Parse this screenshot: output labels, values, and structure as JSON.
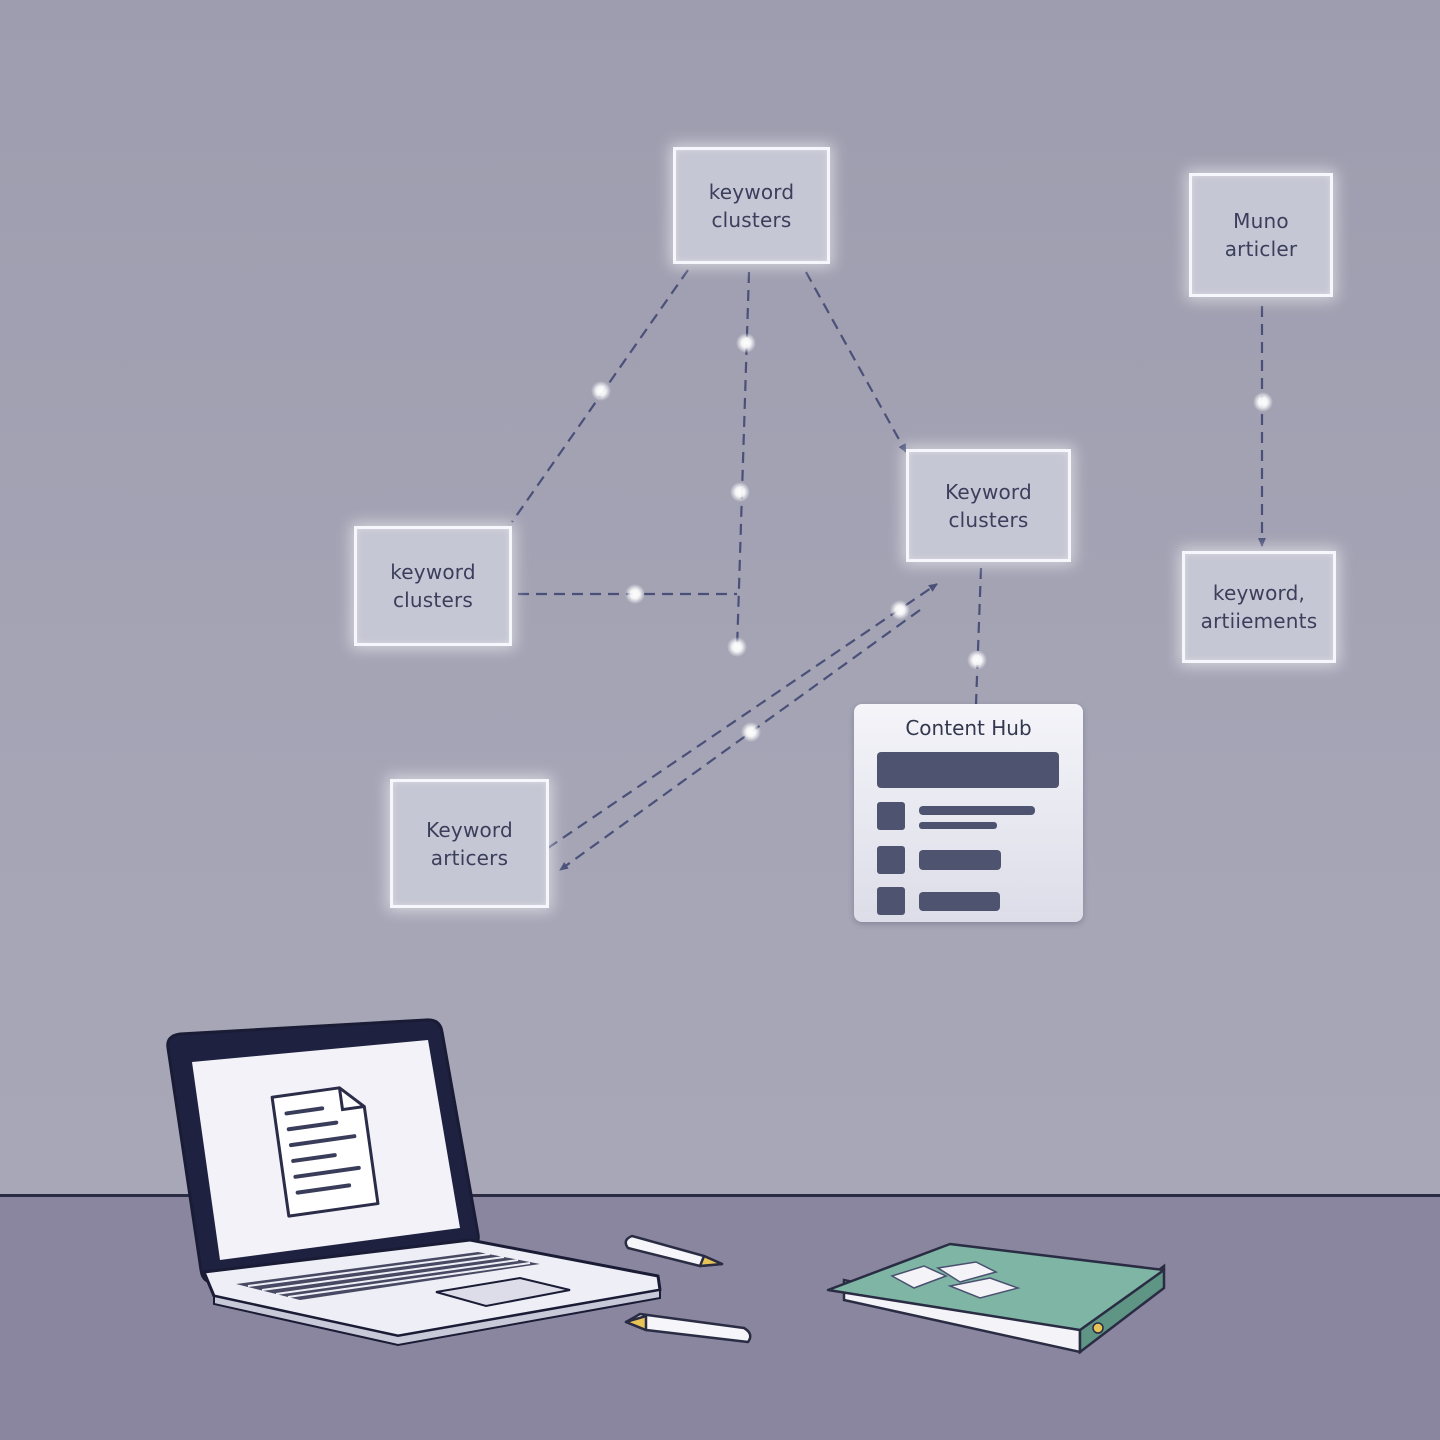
{
  "nodes": [
    {
      "id": "top",
      "line1": "keyword",
      "line2": "clusters"
    },
    {
      "id": "left",
      "line1": "keyword",
      "line2": "clusters"
    },
    {
      "id": "right",
      "line1": "Keyword",
      "line2": "clusters"
    },
    {
      "id": "bottom",
      "line1": "Keyword",
      "line2": "articers"
    },
    {
      "id": "far-top",
      "line1": "Muno",
      "line2": "articler"
    },
    {
      "id": "far-bottom",
      "line1": "keyword,",
      "line2": "artiiements"
    }
  ],
  "hub": {
    "title": "Content Hub"
  },
  "colors": {
    "wall": "#a3a3b4",
    "desk": "#8a86a0",
    "node_fill": "#c6c7d4",
    "node_border": "#f6f7fc",
    "link": "#4a5078",
    "hub_bar": "#4e5470",
    "book": "#7fb5a5"
  },
  "icons": [
    "document-icon",
    "laptop-icon",
    "pen-icon",
    "book-icon"
  ]
}
